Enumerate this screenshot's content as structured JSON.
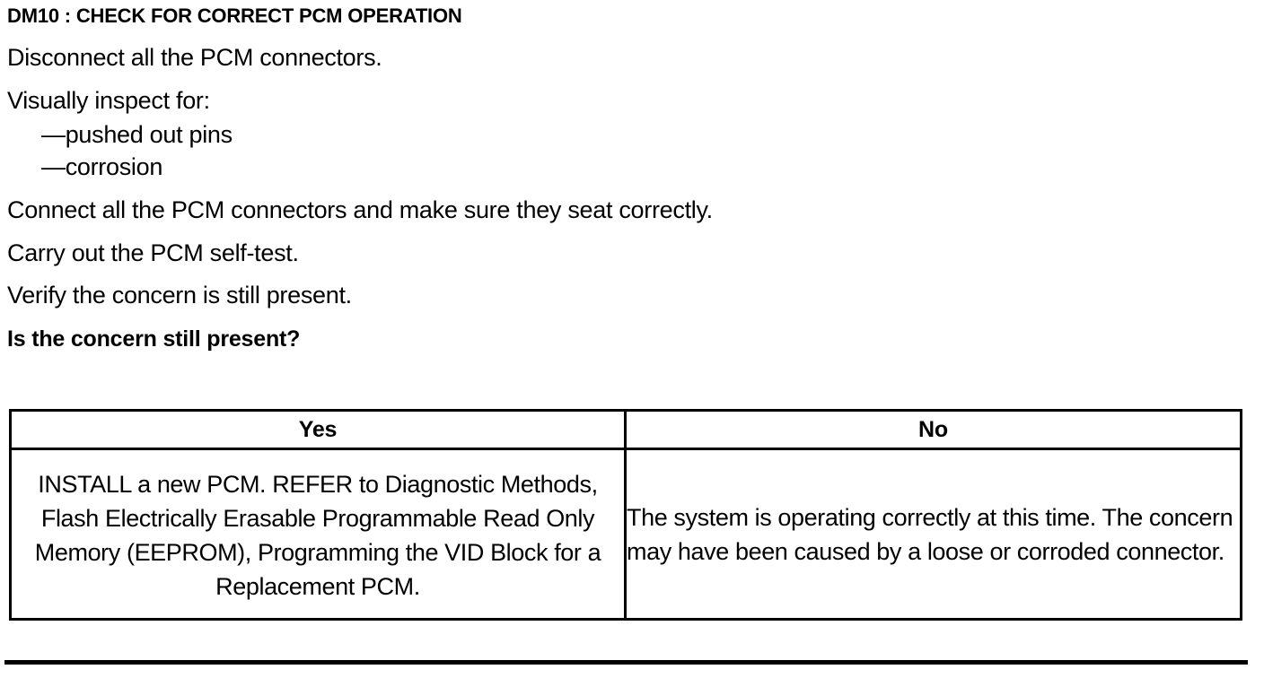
{
  "document": {
    "step_heading": "DM10 : CHECK FOR CORRECT PCM OPERATION",
    "instructions": [
      "Disconnect all the PCM connectors.",
      "Visually inspect for:",
      "—pushed out pins",
      "—corrosion",
      "Connect all the PCM connectors and make sure they seat correctly.",
      "Carry out the PCM self-test.",
      "Verify the concern is still present."
    ],
    "question": "Is the concern still present?"
  },
  "decision_table": {
    "headers": {
      "yes": "Yes",
      "no": "No"
    },
    "cells": {
      "yes": "INSTALL a new PCM. REFER to Diagnostic Methods, Flash Electrically Erasable Programmable Read Only Memory (EEPROM), Programming the VID Block for a Replacement PCM.",
      "no": "The system is operating correctly at this time. The concern may have been caused by a loose or corroded connector."
    }
  },
  "colors": {
    "text": "#000000",
    "background": "#ffffff",
    "border": "#000000"
  }
}
